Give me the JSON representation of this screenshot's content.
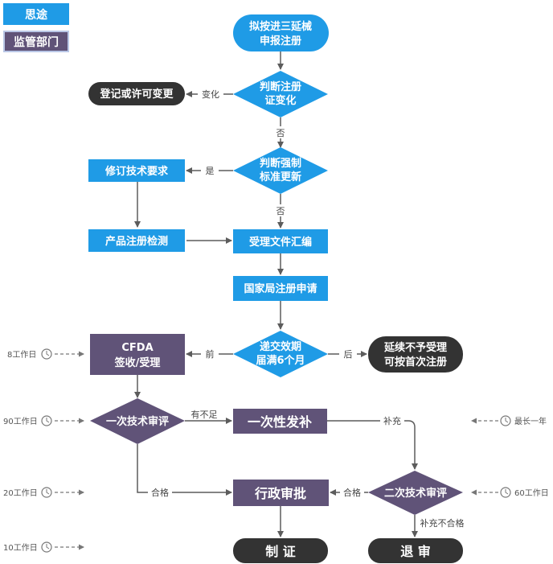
{
  "legend": {
    "blue": "思途",
    "purple": "监管部门"
  },
  "colors": {
    "blue": "#1f9be6",
    "purple": "#605378",
    "dark": "#333333",
    "arrow": "#5c5c5c"
  },
  "nodes": {
    "start": [
      "拟按进三延械",
      "申报注册"
    ],
    "judge_change": [
      "判断注册",
      "证变化"
    ],
    "register_change": "登记或许可变更",
    "judge_standard": [
      "判断强制",
      "标准更新"
    ],
    "revise_tech": "修订技术要求",
    "product_test": "产品注册检测",
    "compile_docs": "受理文件汇编",
    "apply_national": "国家局注册申请",
    "judge_submit": [
      "递交效期",
      "届满6个月"
    ],
    "no_renewal": [
      "延续不予受理",
      "可按首次注册"
    ],
    "cfda_accept": [
      "CFDA",
      "签收/受理"
    ],
    "first_review": "一次技术审评",
    "supplement_once": "一次性发补",
    "admin_approval": "行政审批",
    "second_review": "二次技术审评",
    "certificate": "制 证",
    "reject": "退 审"
  },
  "edges": {
    "change": "变化",
    "no1": "否",
    "yes": "是",
    "no2": "否",
    "before": "前",
    "after": "后",
    "insufficient": "有不足",
    "supplement": "补充",
    "pass1": "合格",
    "pass2": "合格",
    "supplement_fail": "补充不合格"
  },
  "timelines": {
    "t8": "8工作日",
    "t90": "90工作日",
    "t20": "20工作日",
    "t10": "10工作日",
    "max_year": "最长一年",
    "t60": "60工作日"
  }
}
